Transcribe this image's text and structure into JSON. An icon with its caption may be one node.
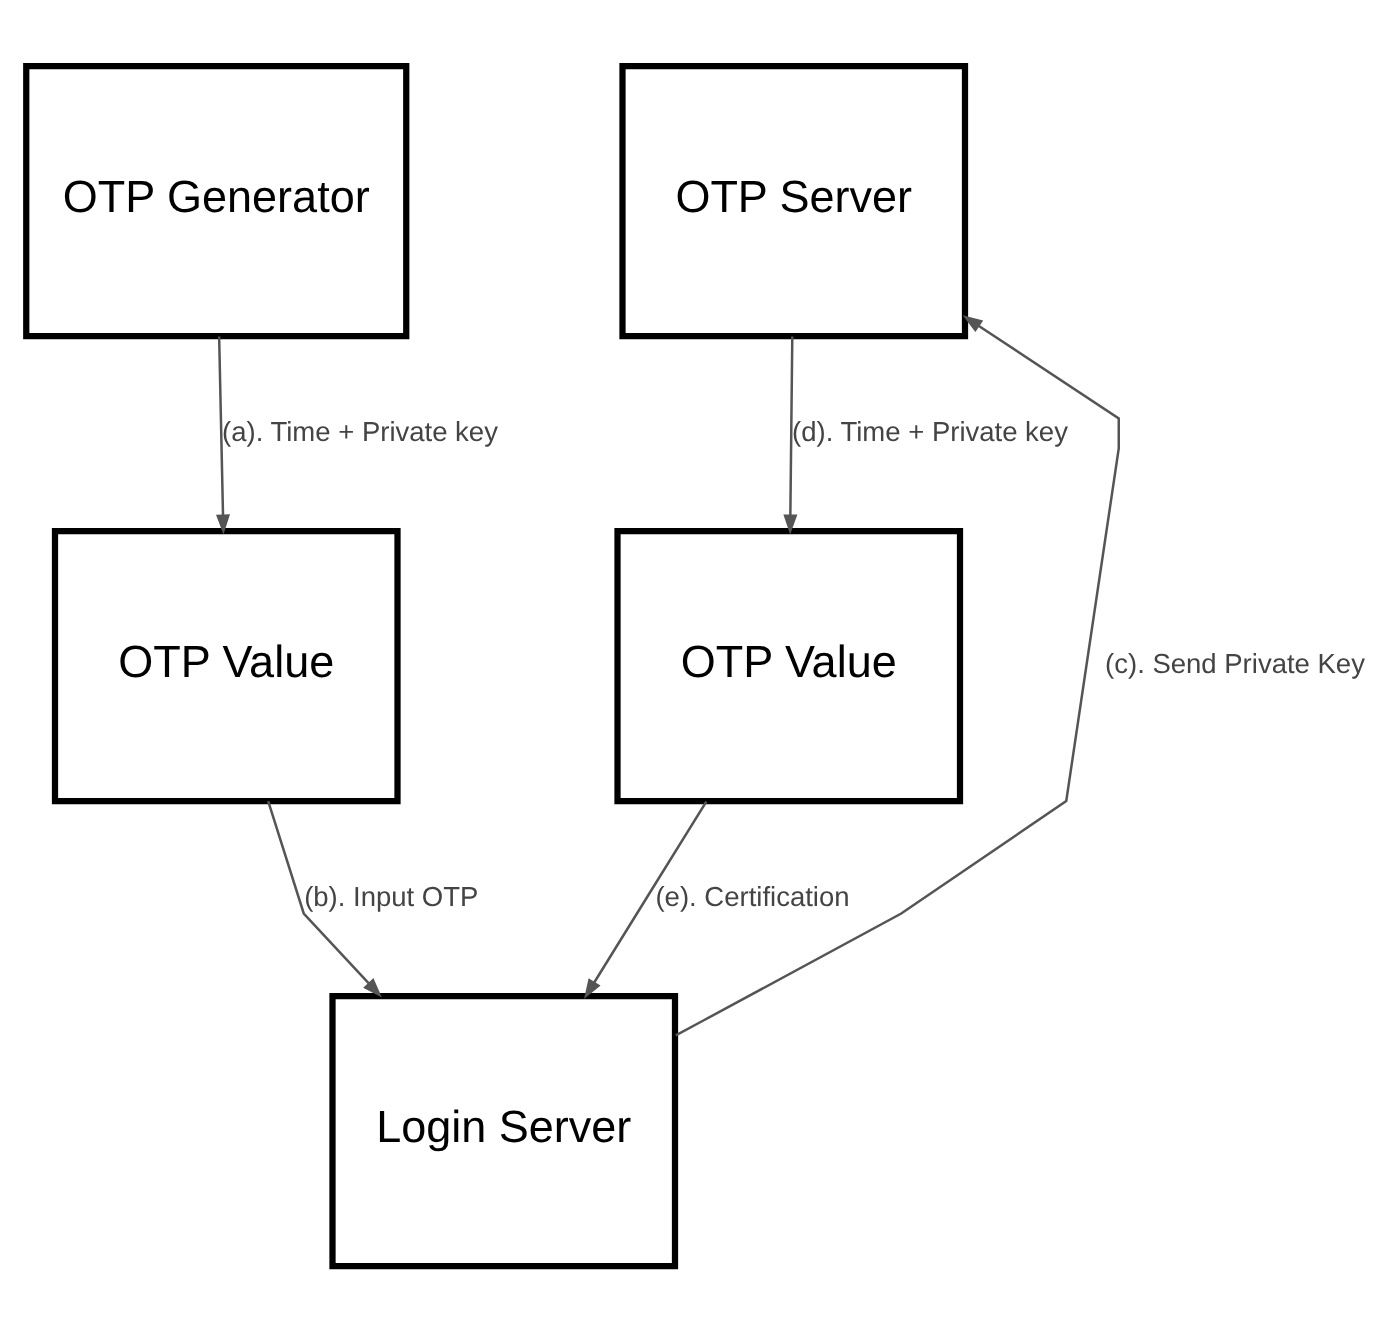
{
  "diagram": {
    "nodes": [
      {
        "text": [
          "OTP Generator"
        ]
      },
      {
        "text": [
          "OTP Value"
        ]
      },
      {
        "text": [
          "OTP Server"
        ]
      },
      {
        "text": [
          "OTP Value"
        ]
      },
      {
        "text": [
          "Login Server"
        ]
      }
    ],
    "edges": [
      {
        "from": 0,
        "to": 1,
        "arrow": "to",
        "label": "(a). Time + Private key"
      },
      {
        "from": 1,
        "to": 4,
        "arrow": "to",
        "label": "(b). Input OTP"
      },
      {
        "from": 4,
        "to": 2,
        "arrow": "to",
        "label": "(c). Send Private Key"
      },
      {
        "from": 2,
        "to": 3,
        "arrow": "to",
        "label": "(d). Time + Private key"
      },
      {
        "from": 3,
        "to": 4,
        "arrow": "to",
        "label": "(e). Certification"
      }
    ]
  }
}
